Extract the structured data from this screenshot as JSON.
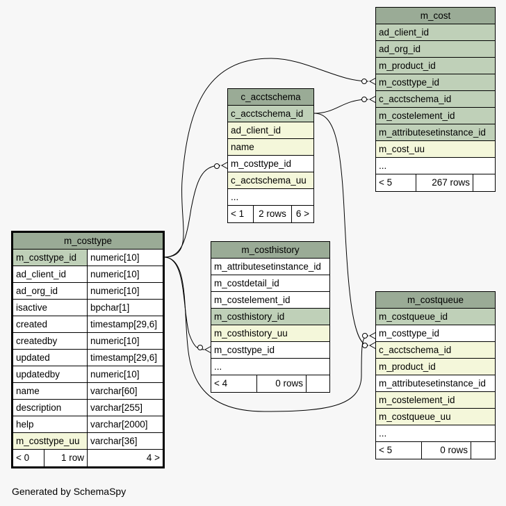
{
  "tables": {
    "m_cost": {
      "name": "m_cost",
      "columns": [
        {
          "name": "ad_client_id",
          "kind": "pk"
        },
        {
          "name": "ad_org_id",
          "kind": "pk"
        },
        {
          "name": "m_product_id",
          "kind": "pk"
        },
        {
          "name": "m_costtype_id",
          "kind": "pk"
        },
        {
          "name": "c_acctschema_id",
          "kind": "pk"
        },
        {
          "name": "m_costelement_id",
          "kind": "pk"
        },
        {
          "name": "m_attributesetinstance_id",
          "kind": "pk"
        },
        {
          "name": "m_cost_uu",
          "kind": "idx"
        },
        {
          "name": "...",
          "kind": "plain"
        }
      ],
      "footer": [
        "< 5",
        "267 rows",
        ""
      ]
    },
    "c_acctschema": {
      "name": "c_acctschema",
      "columns": [
        {
          "name": "c_acctschema_id",
          "kind": "pk"
        },
        {
          "name": "ad_client_id",
          "kind": "idx"
        },
        {
          "name": "name",
          "kind": "idx"
        },
        {
          "name": "m_costtype_id",
          "kind": "plain"
        },
        {
          "name": "c_acctschema_uu",
          "kind": "idx"
        },
        {
          "name": "...",
          "kind": "plain"
        }
      ],
      "footer": [
        "< 1",
        "2 rows",
        "6 >"
      ]
    },
    "m_costtype": {
      "name": "m_costtype",
      "columns": [
        {
          "name": "m_costtype_id",
          "type": "numeric[10]",
          "kind": "pk"
        },
        {
          "name": "ad_client_id",
          "type": "numeric[10]",
          "kind": "plain"
        },
        {
          "name": "ad_org_id",
          "type": "numeric[10]",
          "kind": "plain"
        },
        {
          "name": "isactive",
          "type": "bpchar[1]",
          "kind": "plain"
        },
        {
          "name": "created",
          "type": "timestamp[29,6]",
          "kind": "plain"
        },
        {
          "name": "createdby",
          "type": "numeric[10]",
          "kind": "plain"
        },
        {
          "name": "updated",
          "type": "timestamp[29,6]",
          "kind": "plain"
        },
        {
          "name": "updatedby",
          "type": "numeric[10]",
          "kind": "plain"
        },
        {
          "name": "name",
          "type": "varchar[60]",
          "kind": "plain"
        },
        {
          "name": "description",
          "type": "varchar[255]",
          "kind": "plain"
        },
        {
          "name": "help",
          "type": "varchar[2000]",
          "kind": "plain"
        },
        {
          "name": "m_costtype_uu",
          "type": "varchar[36]",
          "kind": "idx"
        }
      ],
      "footer": [
        "< 0",
        "1 row",
        "4 >"
      ]
    },
    "m_costhistory": {
      "name": "m_costhistory",
      "columns": [
        {
          "name": "m_attributesetinstance_id",
          "kind": "plain"
        },
        {
          "name": "m_costdetail_id",
          "kind": "plain"
        },
        {
          "name": "m_costelement_id",
          "kind": "plain"
        },
        {
          "name": "m_costhistory_id",
          "kind": "pk"
        },
        {
          "name": "m_costhistory_uu",
          "kind": "idx"
        },
        {
          "name": "m_costtype_id",
          "kind": "plain"
        },
        {
          "name": "...",
          "kind": "plain"
        }
      ],
      "footer": [
        "< 4",
        "0 rows",
        ""
      ]
    },
    "m_costqueue": {
      "name": "m_costqueue",
      "columns": [
        {
          "name": "m_costqueue_id",
          "kind": "pk"
        },
        {
          "name": "m_costtype_id",
          "kind": "plain"
        },
        {
          "name": "c_acctschema_id",
          "kind": "idx"
        },
        {
          "name": "m_product_id",
          "kind": "idx"
        },
        {
          "name": "m_attributesetinstance_id",
          "kind": "plain"
        },
        {
          "name": "m_costelement_id",
          "kind": "idx"
        },
        {
          "name": "m_costqueue_uu",
          "kind": "idx"
        },
        {
          "name": "...",
          "kind": "plain"
        }
      ],
      "footer": [
        "< 5",
        "0 rows",
        ""
      ]
    }
  },
  "colors": {
    "header": "#9aab96",
    "primary_key": "#bfd0b8",
    "indexed": "#f4f7da",
    "background": "#f7f7f7"
  },
  "footer_text": "Generated by SchemaSpy"
}
